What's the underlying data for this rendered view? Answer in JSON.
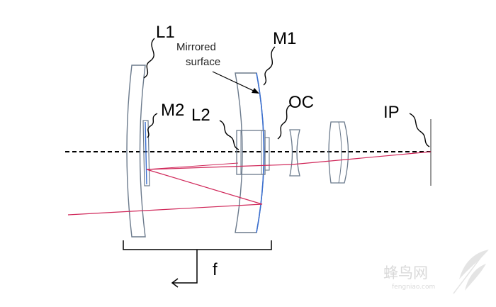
{
  "labels": {
    "l1": "L1",
    "m1": "M1",
    "m2": "M2",
    "l2": "L2",
    "oc": "OC",
    "ip": "IP",
    "f": "f",
    "mirrored_line1": "Mirrored",
    "mirrored_line2": "surface"
  },
  "watermark": {
    "name": "蜂鸟网",
    "url": "fengniao.com"
  },
  "colors": {
    "lens_outline": "#6b7a8c",
    "mirror_edge": "#3a6fd0",
    "ray": "#d0285a",
    "axis": "#000000",
    "watermark": "#d9d9d9"
  }
}
